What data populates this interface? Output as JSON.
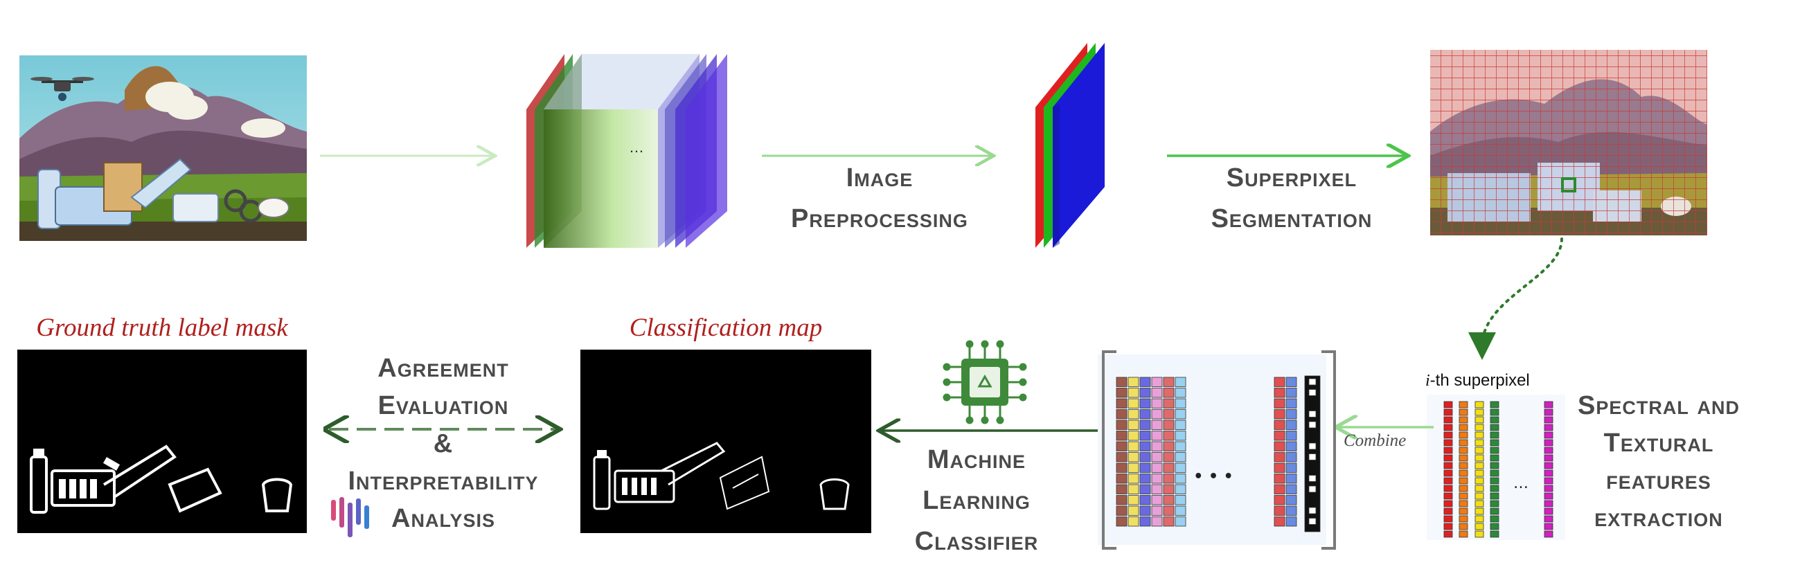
{
  "colors": {
    "arrow_pale": "#c8ebc0",
    "arrow_mid": "#9ad992",
    "arrow_bright": "#4cc44a",
    "arrow_dark": "#2e5c2c",
    "red_caption": "#b0201d",
    "label_gray": "#4a4a4a",
    "icon_green": "#3d7a35"
  },
  "top_row": {
    "drone_scene_icon": "drone-landscape-with-waste",
    "cube_ellipsis": "…",
    "step1": {
      "line1": "Image",
      "line2": "Preprocessing"
    },
    "step2": {
      "line1": "Superpixel",
      "line2": "Segmentation"
    }
  },
  "features": {
    "superpixel_italic": "i",
    "superpixel_rest": "-th superpixel",
    "label": {
      "line1": "Spectral and",
      "line2": "Textural",
      "line3": "features",
      "line4": "extraction"
    },
    "combine": "Combine",
    "dots": "• • •",
    "vdots": "…"
  },
  "classifier": {
    "icon": "recycle-chip-icon",
    "label": {
      "line1": "Machine",
      "line2": "Learning",
      "line3": "Classifier"
    }
  },
  "maps": {
    "classification_title": "Classification map",
    "ground_truth_title": "Ground truth label mask"
  },
  "evaluation": {
    "line1": "Agreement",
    "line2": "Evaluation",
    "line3": "&",
    "line4": "Interpretability",
    "line5": "Analysis",
    "icon": "interpretability-bars-icon"
  }
}
